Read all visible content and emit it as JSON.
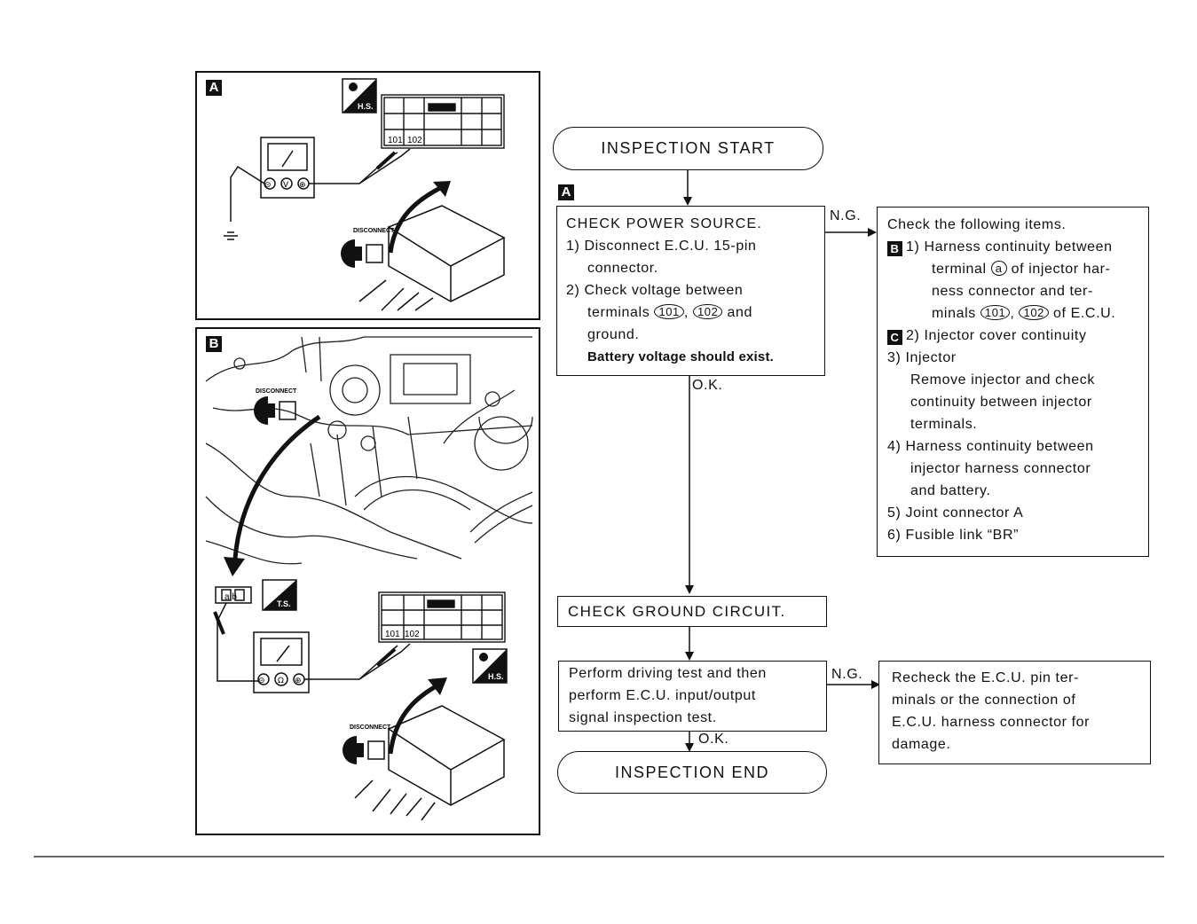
{
  "panel_a": {
    "tag": "A",
    "hs_badge": "H.S.",
    "terminal_labels": [
      "101",
      "102"
    ],
    "meter_symbols": [
      "⊝",
      "V",
      "⊕"
    ],
    "disconnect_label": "DISCONNECT"
  },
  "panel_b": {
    "tag": "B",
    "disconnect_label_top": "DISCONNECT",
    "ts_badge": "T.S.",
    "hs_badge": "H.S.",
    "connector_label": "a b",
    "terminal_labels": [
      "101",
      "102"
    ],
    "meter_symbols": [
      "⊝",
      "Ω",
      "⊕"
    ],
    "disconnect_label_bottom": "DISCONNECT"
  },
  "flow": {
    "start": "INSPECTION START",
    "step1_tag": "A",
    "check_power": {
      "title": "CHECK POWER SOURCE.",
      "lines": [
        "1) Disconnect E.C.U. 15-pin",
        "connector.",
        "2) Check voltage between"
      ],
      "terminals_prefix": "terminals",
      "t1": "101",
      "t2": "102",
      "and": "and",
      "ground": "ground.",
      "note": "Battery voltage should exist."
    },
    "ng1": "N.G.",
    "ok1": "O.K.",
    "check_items": {
      "title": "Check the following items.",
      "b_tag": "B",
      "item1_a": "1) Harness continuity between",
      "item1_b_pre": "terminal",
      "item1_b_circ": "a",
      "item1_b_post": "of injector har-",
      "item1_c": "ness connector and ter-",
      "item1_d_pre": "minals",
      "item1_d_t1": "101",
      "item1_d_t2": "102",
      "item1_d_post": "of E.C.U.",
      "c_tag": "C",
      "item2": "2) Injector cover continuity",
      "item3": "3) Injector",
      "item3_lines": [
        "Remove injector and check",
        "continuity between injector",
        "terminals."
      ],
      "item4": "4) Harness continuity between",
      "item4_lines": [
        "injector harness connector",
        "and battery."
      ],
      "item5": "5) Joint connector A",
      "item6": "6) Fusible link “BR”"
    },
    "ground": "CHECK GROUND CIRCUIT.",
    "driving": {
      "lines": [
        "Perform driving test and then",
        "perform E.C.U. input/output",
        "signal inspection test."
      ]
    },
    "ng2": "N.G.",
    "ok2": "O.K.",
    "recheck": {
      "lines": [
        "Recheck the E.C.U. pin ter-",
        "minals or the connection of",
        "E.C.U. harness connector for",
        "damage."
      ]
    },
    "end": "INSPECTION END"
  }
}
